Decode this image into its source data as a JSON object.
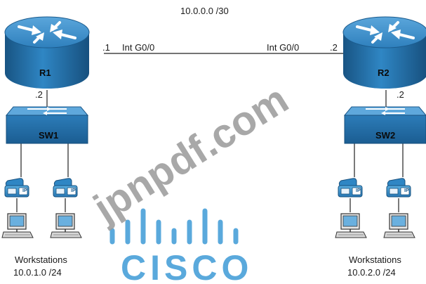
{
  "link": {
    "subnet": "10.0.0.0 /30",
    "left_ip": ".1",
    "left_interface": "Int G0/0",
    "right_interface": "Int G0/0",
    "right_ip": ".2"
  },
  "left_site": {
    "router_label": "R1",
    "router_lan_ip": ".2",
    "switch_label": "SW1",
    "workstations_label": "Workstations",
    "lan_subnet": "10.0.1.0 /24"
  },
  "right_site": {
    "router_label": "R2",
    "router_lan_ip": ".2",
    "switch_label": "SW2",
    "workstations_label": "Workstations",
    "lan_subnet": "10.0.2.0 /24"
  },
  "phone_badge": "IP",
  "watermark": "jpnpdf.com",
  "logo_text": "CISCO",
  "colors": {
    "device_blue": "#2a7bb8",
    "device_dark": "#1c5a8c",
    "phone_blue": "#3a93cf",
    "logo_blue": "#5aa9dc",
    "watermark_gray": "#9a9a9a"
  },
  "icons": {
    "router": "router-icon",
    "switch": "switch-icon",
    "ip_phone": "ip-phone-icon",
    "workstation": "workstation-icon"
  }
}
